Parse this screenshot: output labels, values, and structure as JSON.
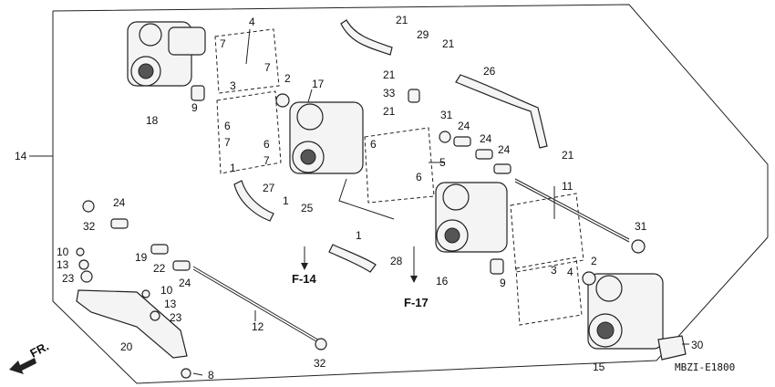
{
  "labels": {
    "l1a": "1",
    "l1b": "1",
    "l1c": "1",
    "l2a": "2",
    "l2b": "2",
    "l3a": "3",
    "l3b": "3",
    "l4a": "4",
    "l4b": "4",
    "l5": "5",
    "l6a": "6",
    "l6b": "6",
    "l6c": "6",
    "l6d": "6",
    "l7a": "7",
    "l7b": "7",
    "l7c": "7",
    "l7d": "7",
    "l8": "8",
    "l9a": "9",
    "l9b": "9",
    "l10a": "10",
    "l10b": "10",
    "l11": "11",
    "l12": "12",
    "l13a": "13",
    "l13b": "13",
    "l14": "14",
    "l15": "15",
    "l16": "16",
    "l17": "17",
    "l18": "18",
    "l19": "19",
    "l20": "20",
    "l21a": "21",
    "l21b": "21",
    "l21c": "21",
    "l21d": "21",
    "l21e": "21",
    "l22": "22",
    "l23a": "23",
    "l23b": "23",
    "l24a": "24",
    "l24b": "24",
    "l24c": "24",
    "l24d": "24",
    "l24e": "24",
    "l25": "25",
    "l26": "26",
    "l27": "27",
    "l28": "28",
    "l29": "29",
    "l30": "30",
    "l31a": "31",
    "l31b": "31",
    "l32a": "32",
    "l32b": "32",
    "l33": "33"
  },
  "refs": {
    "f14": "F-14",
    "f17": "F-17"
  },
  "direction_label": "FR.",
  "diagram_code": "MBZI-E1800"
}
